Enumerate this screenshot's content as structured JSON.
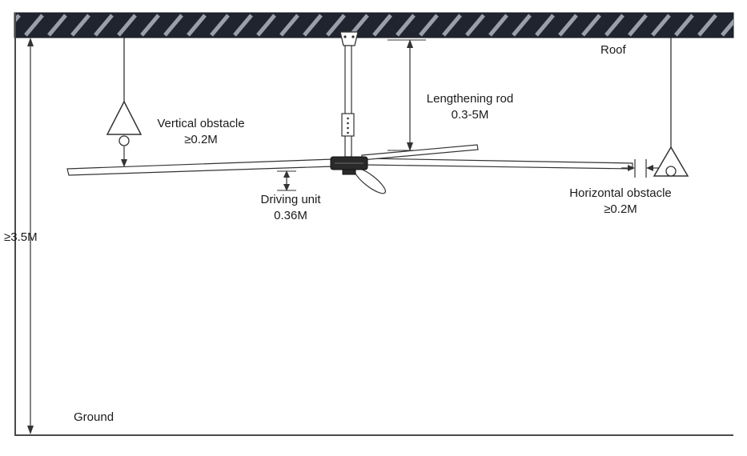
{
  "labels": {
    "roof": "Roof",
    "ground": "Ground",
    "min_height": "≥3.5M",
    "vertical_obstacle": {
      "name": "Vertical obstacle",
      "value": "≥0.2M"
    },
    "lengthening_rod": {
      "name": "Lengthening rod",
      "value": "0.3-5M"
    },
    "driving_unit": {
      "name": "Driving unit",
      "value": "0.36M"
    },
    "horizontal_obstacle": {
      "name": "Horizontal obstacle",
      "value": "≥0.2M"
    }
  },
  "colors": {
    "roof": "#20242e",
    "hatch": "#9aa0ab",
    "line": "#333333",
    "background": "#ffffff"
  }
}
